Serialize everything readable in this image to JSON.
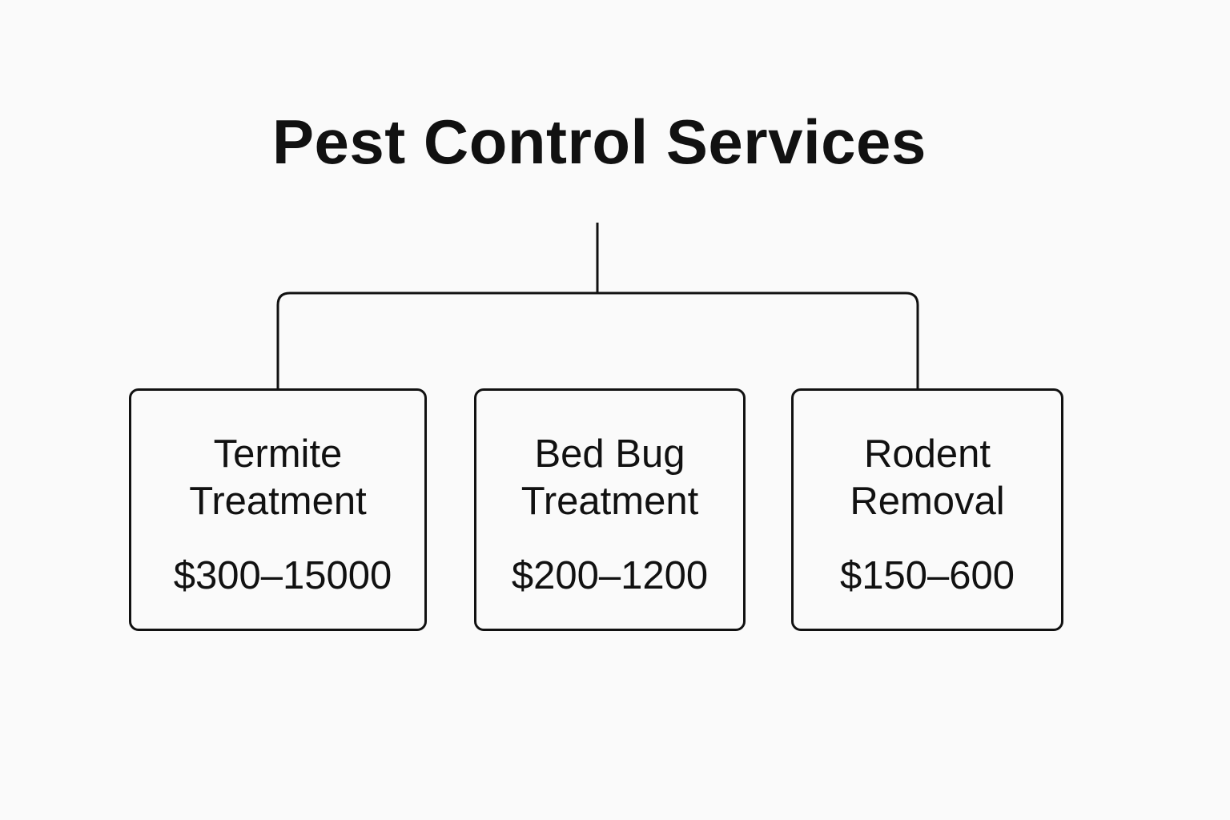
{
  "title": "Pest Control Services",
  "colors": {
    "background": "#fafafa",
    "ink": "#111111"
  },
  "services": [
    {
      "name_line1": "Termite",
      "name_line2": "Treatment",
      "price": "$300–15000"
    },
    {
      "name_line1": "Bed Bug",
      "name_line2": "Treatment",
      "price": "$200–1200"
    },
    {
      "name_line1": "Rodent",
      "name_line2": "Removal",
      "price": "$150–600"
    }
  ]
}
